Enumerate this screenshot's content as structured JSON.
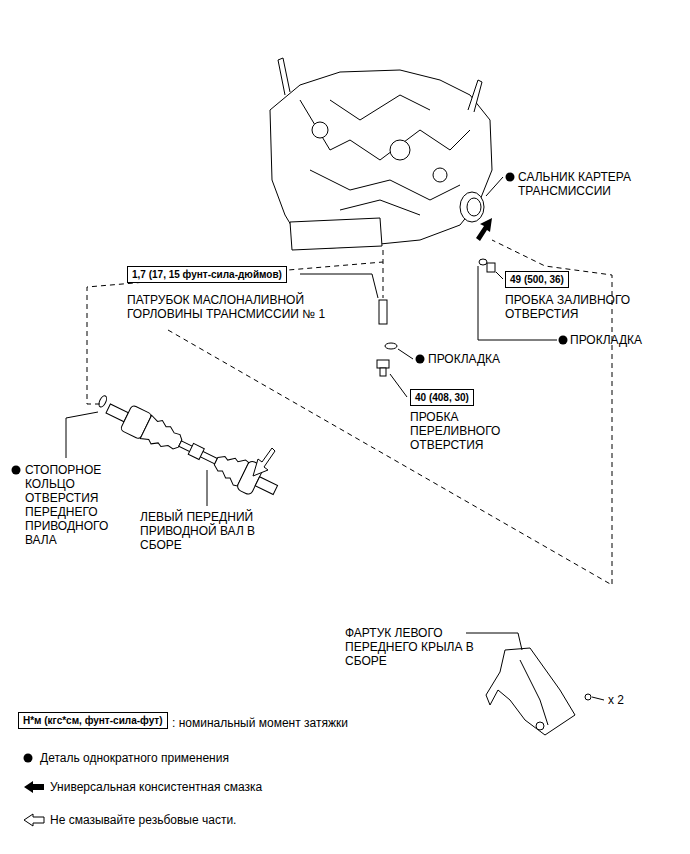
{
  "diagram": {
    "nodes": [
      {
        "text": [
          "1,7 (17, 15 фунт-сила-дюймов)"
        ]
      },
      {
        "text": [
          "49 (500, 36)"
        ]
      },
      {
        "text": [
          "40 (408, 30)"
        ]
      },
      {
        "text": [
          "Н*м (кгс*см, фунт-сила-фут)"
        ]
      }
    ],
    "labels": [
      "САЛЬНИК КАРТЕРА ТРАНСМИССИИ",
      "ПАТРУБОК МАСЛОНАЛИВНОЙ ГОРЛОВИНЫ ТРАНСМИССИИ № 1",
      "ПРОБКА ЗАЛИВНОГО ОТВЕРСТИЯ",
      "ПРОКЛАДКА",
      "ПРОКЛАДКА",
      "ПРОБКА ПЕРЕЛИВНОГО ОТВЕРСТИЯ",
      "СТОПОРНОЕ КОЛЬЦО ОТВЕРСТИЯ ПЕРЕДНЕГО ПРИВОДНОГО ВАЛА",
      "ЛЕВЫЙ ПЕРЕДНИЙ ПРИВОДНОЙ ВАЛ В СБОРЕ",
      "ФАРТУК ЛЕВОГО ПЕРЕДНЕГО КРЫЛА В СБОРЕ",
      "x 2"
    ],
    "legend": [
      {
        "text": ": номинальный момент затяжки"
      },
      {
        "text": "Деталь однократного применения"
      },
      {
        "text": "Универсальная консистентная смазка"
      },
      {
        "text": "Не смазывайте резьбовые части."
      }
    ]
  }
}
